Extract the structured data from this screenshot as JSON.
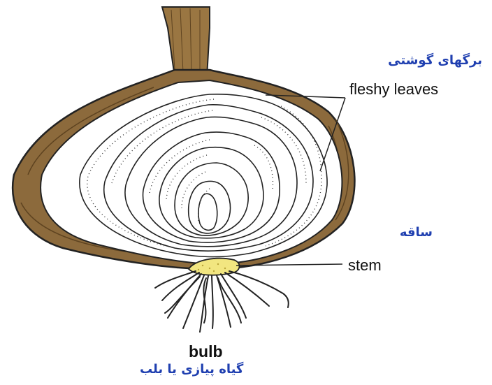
{
  "labels": {
    "fleshy_leaves_fa": "برگهای گوشتی",
    "fleshy_leaves_en": "fleshy leaves",
    "stem_fa": "ساقه",
    "stem_en": "stem",
    "title_en": "bulb",
    "title_fa": "گیاه پیازی  یا بلب"
  },
  "colors": {
    "outer_skin": "#8c6a3c",
    "outer_skin_dark": "#5e4320",
    "stem_plate": "#f2e680",
    "label_fa": "#1f3fb0",
    "label_en": "#111111",
    "line": "#222222"
  }
}
